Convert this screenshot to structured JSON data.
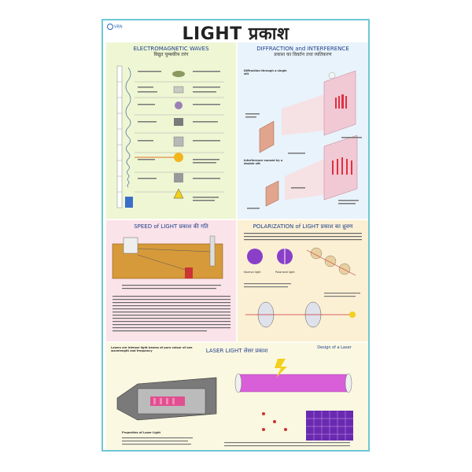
{
  "poster": {
    "title": "LIGHT प्रकाश",
    "logo": "VRN"
  },
  "panels": {
    "electromagnetic": {
      "title": "ELECTROMAGNETIC WAVES",
      "title_hi": "विद्युत चुम्बकीय तरंग"
    },
    "diffraction": {
      "title": "DIFFRACTION and INTERFERENCE",
      "title_hi": "प्रकाश का विवर्तन तथा व्यतिकरण",
      "label_1": "Diffraction through a single slit",
      "label_2": "Interference caused by a double slit"
    },
    "speed": {
      "title": "SPEED of LIGHT प्रकाश की गति"
    },
    "polarization": {
      "title": "POLARIZATION of LIGHT प्रकाश का ध्रुवण",
      "label_1": "Normal light",
      "label_2": "Polarized light"
    },
    "laser": {
      "title": "LASER LIGHT लेसर प्रकाश",
      "design_title": "Design of a Laser",
      "intro": "Lasers are intense light beams of pure colour of one wavelength and frequency",
      "props_title": "Properties of Laser Light"
    }
  },
  "colors": {
    "border": "#6ec7d6",
    "em_bg": "#eef6d4",
    "dif_bg": "#e9f3fb",
    "spd_bg": "#fbe3ea",
    "pol_bg": "#fbf0d4",
    "las_bg": "#fbf8e2",
    "laser_beam": "#d85fd8"
  }
}
